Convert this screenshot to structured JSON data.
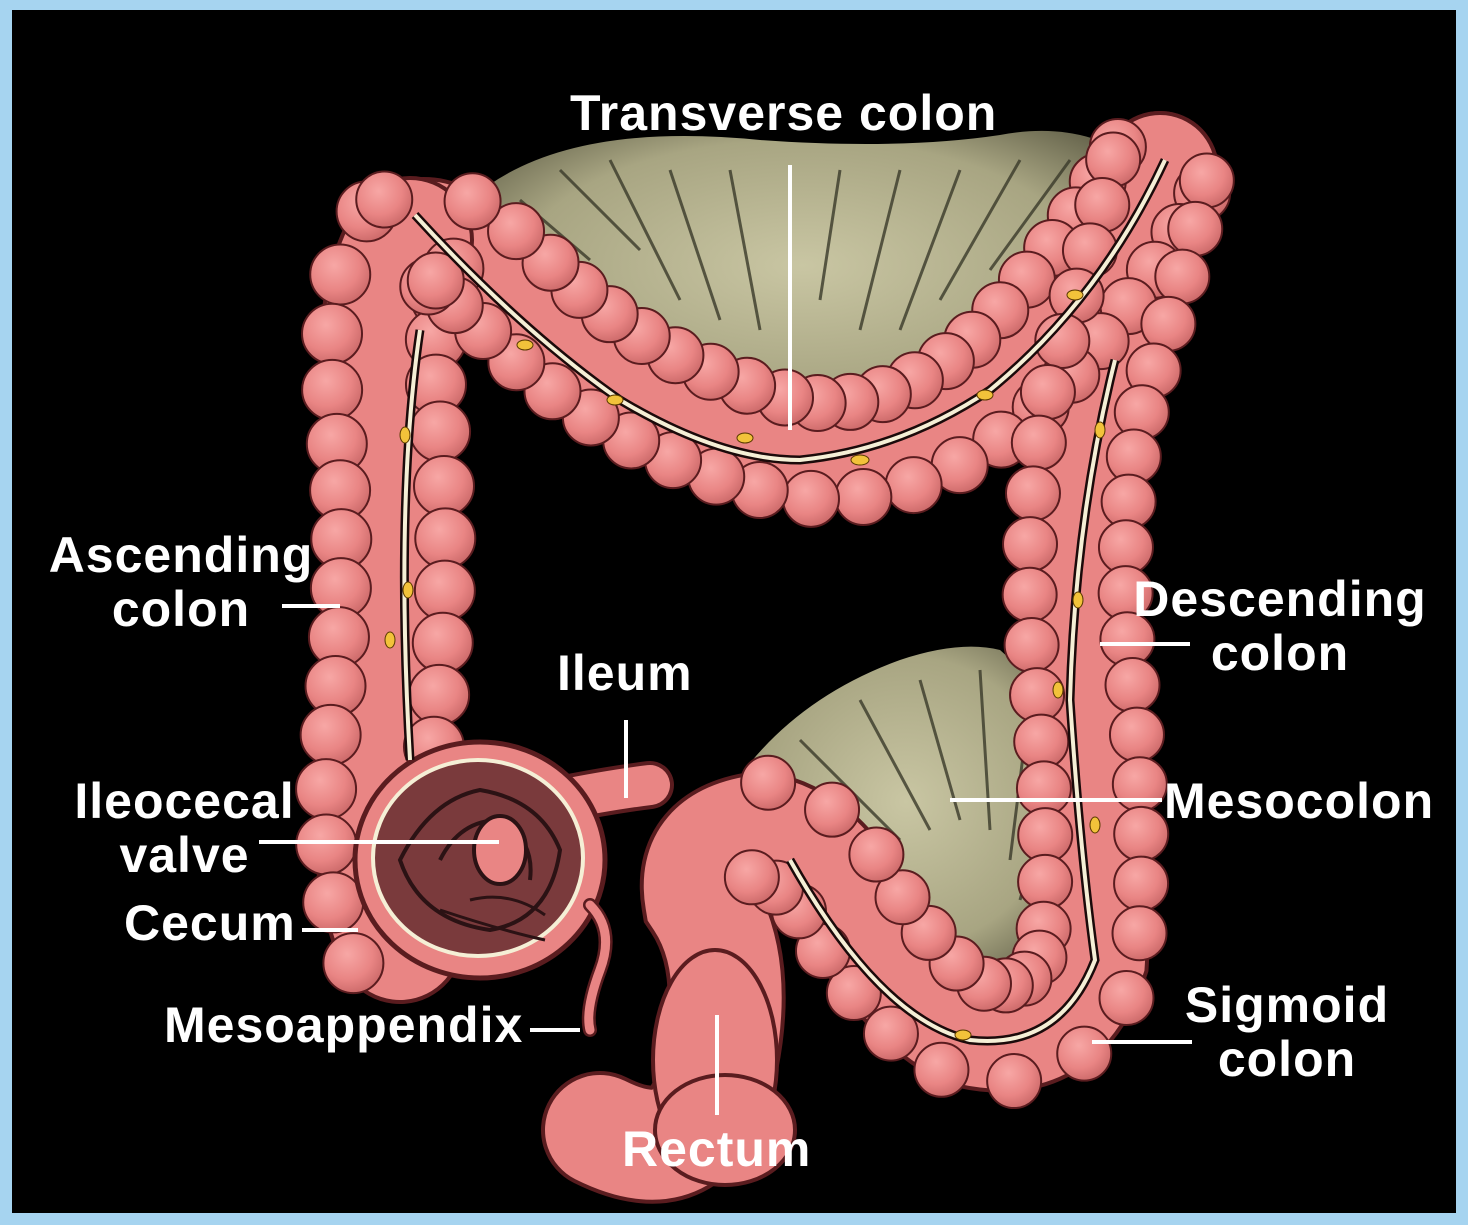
{
  "labels": {
    "transverse_colon": "Transverse colon",
    "ascending_colon": [
      "Ascending",
      "colon"
    ],
    "descending_colon": [
      "Descending",
      "colon"
    ],
    "ileum": "Ileum",
    "ileocecal_valve": [
      "Ileocecal",
      "valve"
    ],
    "mesocolon": "Mesocolon",
    "cecum": "Cecum",
    "mesoappendix": "Mesoappendix",
    "sigmoid_colon": [
      "Sigmoid",
      "colon"
    ],
    "rectum": "Rectum"
  },
  "colors": {
    "background": "#000000",
    "border": "#a6d4f0",
    "colon_fill": "#e98584",
    "colon_outline": "#5a1c1f",
    "mesentery": "#b3b08c",
    "vessel": "#f5efd6",
    "fat": "#f2c23a",
    "label_text": "#ffffff"
  }
}
